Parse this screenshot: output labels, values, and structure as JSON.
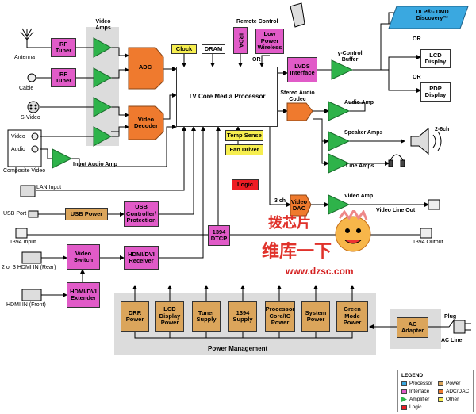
{
  "blocks": {
    "video_amps": "Video Amps",
    "rf_tuner_1": "RF Tuner",
    "rf_tuner_2": "RF Tuner",
    "adc": "ADC",
    "video_decoder": "Video Decoder",
    "clock": "Clock",
    "dram": "DRAM",
    "irda": "IRDA",
    "low_power_wireless": "Low Power Wireless",
    "remote_control": "Remote Control",
    "or_1": "OR",
    "tv_core": "TV Core Media Processor",
    "lvds": "LVDS Interface",
    "gamma_buffer": "γ-Control Buffer",
    "dlp": "DLP® - DMD Discovery™",
    "or_2": "OR",
    "lcd_display": "LCD Display",
    "or_3": "OR",
    "pdp_display": "PDP Display",
    "stereo_codec": "Stereo Audio Codec",
    "audio_amp": "Audio Amp",
    "speaker_amps": "Speaker Amps",
    "two_six_ch": "2-6ch",
    "line_amps": "Line Amps",
    "temp_sense": "Temp Sense",
    "fan_driver": "Fan Driver",
    "logic": "Logic",
    "input_audio_amp": "Input Audio Amp",
    "three_ch": "3 ch",
    "video_dac": "Video DAC",
    "video_amp": "Video Amp",
    "video_line_out": "Video Line Out",
    "usb_power": "USB Power",
    "usb_controller": "USB Controller/ Protection",
    "dtcp": "1394 DTCP",
    "video_switch": "Video Switch",
    "hdmi_receiver": "HDMI/DVI Receiver",
    "hdmi_extender": "HDMI/DVI Extender",
    "drr_power": "DRR Power",
    "lcd_display_power": "LCD Display Power",
    "tuner_supply": "Tuner Supply",
    "supply_1394": "1394 Supply",
    "processor_core_power": "Processor Core/IO Power",
    "system_power": "System Power",
    "green_mode_power": "Green Mode Power",
    "power_management": "Power Management",
    "ac_adapter": "AC Adapter",
    "plug": "Plug",
    "ac_line": "AC Line"
  },
  "io_labels": {
    "antenna": "Antenna",
    "cable": "Cable",
    "svideo": "S-Video",
    "video": "Video",
    "audio": "Audio",
    "composite_video": "Composite Video",
    "lan_input": "LAN Input",
    "usb_port": "USB Port",
    "input_1394": "1394 Input",
    "output_1394": "1394 Output",
    "hdmi_rear": "2 or 3 HDMI IN (Rear)",
    "hdmi_front": "HDMI IN (Front)"
  },
  "legend": {
    "title": "LEGEND",
    "items": [
      {
        "label": "Processor",
        "color": "#3aa8e0",
        "shape": "box"
      },
      {
        "label": "Interface",
        "color": "#e15bc8",
        "shape": "box"
      },
      {
        "label": "Amplifier",
        "color": "#2eb34a",
        "shape": "triangle"
      },
      {
        "label": "Logic",
        "color": "#ee1c24",
        "shape": "box"
      },
      {
        "label": "Power",
        "color": "#dba55b",
        "shape": "box"
      },
      {
        "label": "ADC/DAC",
        "color": "#ef7a2e",
        "shape": "box"
      },
      {
        "label": "Other",
        "color": "#f6ee4f",
        "shape": "box"
      }
    ]
  },
  "watermark": {
    "chinese_text": "维库一下",
    "site": "www.dzsc.com",
    "logo_text": "拨芯片"
  },
  "colors": {
    "interface": "#e15bc8",
    "adc_dac": "#ef7a2e",
    "power": "#dba55b",
    "other": "#f6ee4f",
    "logic": "#ee1c24",
    "amplifier": "#2eb34a",
    "processor": "#3aa8e0"
  }
}
